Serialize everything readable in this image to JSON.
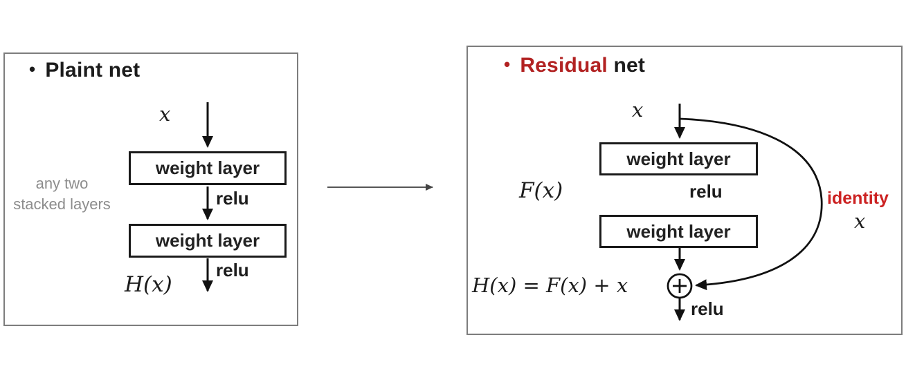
{
  "plain_panel": {
    "title_bullet": "•",
    "title": "Plaint net",
    "input_label": "x",
    "box1_label": "weight layer",
    "relu1_label": "relu",
    "side_note_line1": "any two",
    "side_note_line2": "stacked layers",
    "box2_label": "weight layer",
    "relu2_label": "relu",
    "output_label": "H(x)"
  },
  "residual_panel": {
    "title_bullet": "•",
    "title_red": "Residual",
    "title_black": " net",
    "input_label": "x",
    "fx_label": "F(x)",
    "box1_label": "weight layer",
    "relu1_label": "relu",
    "box2_label": "weight layer",
    "equation": "H(x) = F(x) + x",
    "relu2_label": "relu",
    "identity_label": "identity",
    "identity_x_label": "x",
    "sum_icon": "circle-plus-icon"
  },
  "colors": {
    "residual_red": "#b22222",
    "identity_red": "#cc2222",
    "note_gray": "#8c8c8c",
    "line_black": "#111111",
    "panel_border": "#7d7d7d",
    "connector_gray": "#555555"
  }
}
